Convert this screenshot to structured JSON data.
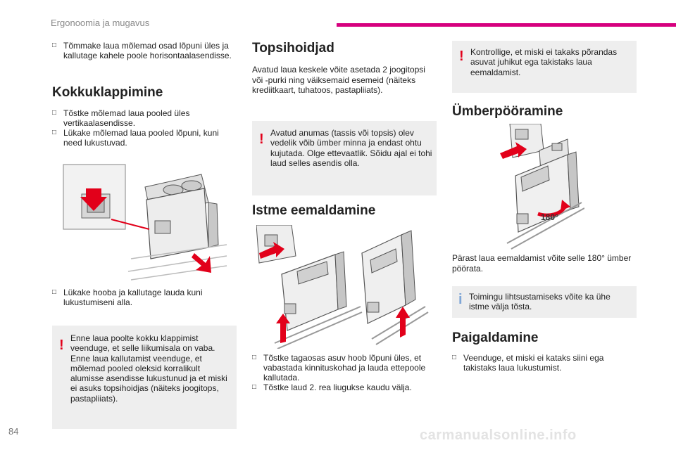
{
  "header": {
    "section": "Ergonoomia ja mugavus",
    "accent_color": "#d6007e",
    "page_number": "84",
    "watermark": "carmanualsonline.info"
  },
  "col1": {
    "intro_bullet": "Tõmmake laua mõlemad osad lõpuni üles ja kallutage kahele poole horisontaalasendisse.",
    "kokku_title": "Kokkuklappimine",
    "kokku_bullets": [
      "Tõstke mõlemad laua pooled üles vertikaalasendisse.",
      "Lükake mõlemad laua pooled lõpuni, kuni need lukustuvad."
    ],
    "lower_bullet": "Lükake hooba ja kallutage lauda kuni lukustumiseni alla.",
    "warning": "Enne laua poolte kokku klappimist veenduge, et selle liikumisala on vaba. Enne laua kallutamist veenduge, et mõlemad pooled oleksid korralikult alumisse asendisse lukustunud ja et miski ei asuks topsihoidjas (näiteks joogitops, pastapliiats)."
  },
  "col2": {
    "topsi_title": "Topsihoidjad",
    "topsi_text": "Avatud laua keskele võite asetada 2 joogitopsi või -purki ning väiksemaid esemeid (näiteks krediitkaart, tuhatoos, pastapliiats).",
    "warning": "Avatud anumas (tassis või topsis) olev vedelik võib ümber minna ja endast ohtu kujutada. Olge ettevaatlik. Sõidu ajal ei tohi laud selles asendis olla.",
    "istme_title": "Istme eemaldamine",
    "istme_bullets": [
      "Tõstke tagaosas asuv hoob lõpuni üles, et vabastada kinnituskohad ja lauda ettepoole kallutada.",
      "Tõstke laud 2. rea liugukse kaudu välja."
    ]
  },
  "col3": {
    "warning": "Kontrollige, et miski ei takaks põrandas asuvat juhikut ega takistaks laua eemaldamist.",
    "umber_title": "Ümberpööramine",
    "rotation_label": "180°",
    "umber_text": "Pärast laua eemaldamist võite selle 180° ümber pöörata.",
    "info": "Toimingu lihtsustamiseks võite ka ühe istme välja tõsta.",
    "paig_title": "Paigaldamine",
    "paig_bullet": "Veenduge, et miski ei kataks siini ega takistaks laua lukustumist."
  }
}
